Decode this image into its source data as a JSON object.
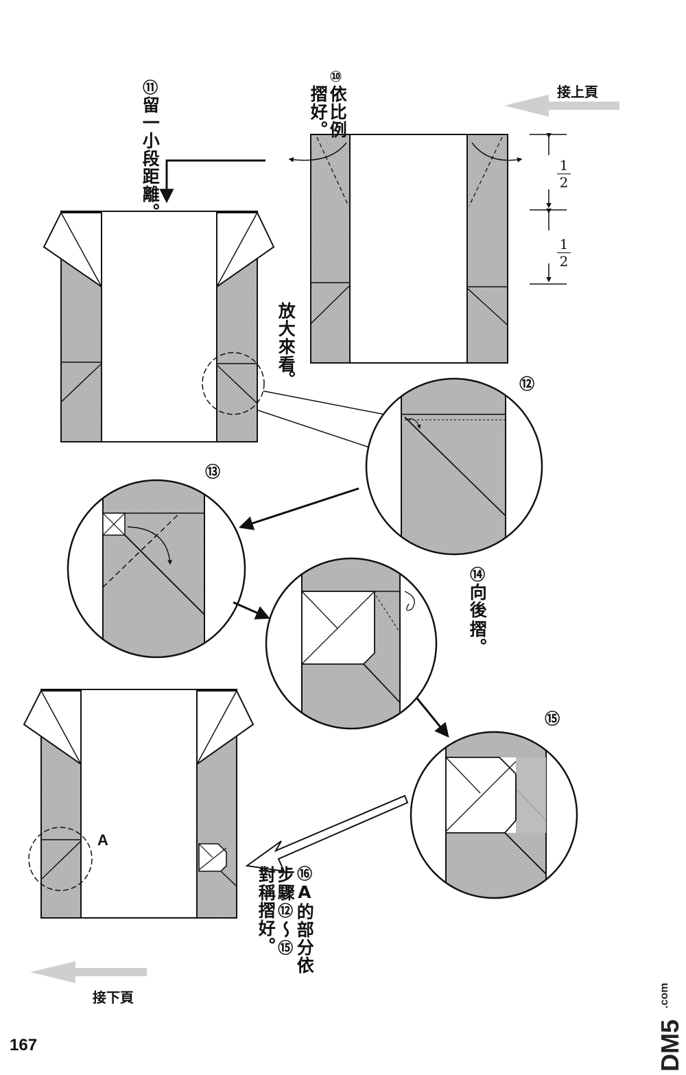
{
  "page": {
    "page_number": "167",
    "continued_from": "接上頁",
    "continued_to": "接下頁",
    "watermark": "DM5",
    "watermark_suffix": ".com"
  },
  "steps": {
    "s10": {
      "number": "⑩",
      "line1": "依比例",
      "line2": "摺好。"
    },
    "s11": {
      "number": "⑪",
      "text": "留一小段距離。"
    },
    "zoom_note": {
      "line1": "放大來看",
      "line2": "。"
    },
    "s12": {
      "number": "⑫"
    },
    "s13": {
      "number": "⑬"
    },
    "s14": {
      "number": "⑭",
      "line1": "向後",
      "line2": "摺。"
    },
    "s15": {
      "number": "⑮"
    },
    "s16": {
      "number": "⑯",
      "line1": "A的部分依",
      "line2": "步驟",
      "ref_a": "⑫",
      "tilde": "～",
      "ref_b": "⑮",
      "line3": "對稱摺好。"
    }
  },
  "labels": {
    "point_a": "A"
  },
  "measure": {
    "top_num": "1",
    "top_den": "2",
    "bottom_num": "1",
    "bottom_den": "2"
  },
  "colors": {
    "ink": "#111111",
    "paper": "#ffffff",
    "shade": "#b8b8b8",
    "arrow_gray": "#cfcfcf"
  },
  "icons": [
    "gray-arrow-left-icon",
    "fold-arrow-icon",
    "flow-arrow-icon",
    "mountain-fold-icon"
  ]
}
